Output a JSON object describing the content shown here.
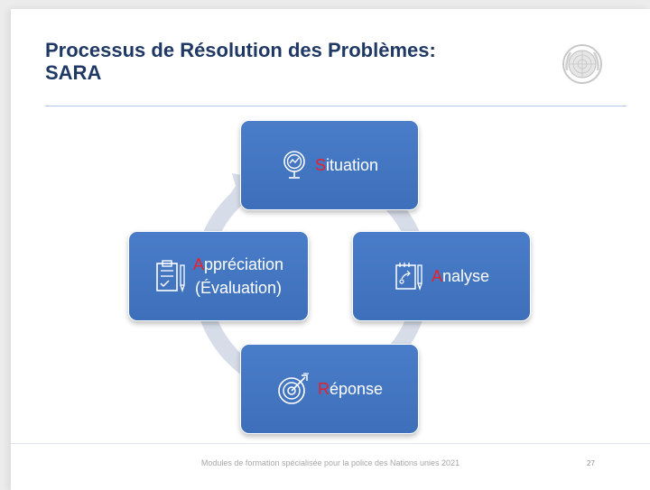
{
  "slide": {
    "title_line1": "Processus de Résolution des Problèmes:",
    "title_line2": "SARA",
    "emblem_icon": "un-emblem-icon",
    "accent_color": "#1f3864",
    "node_color": "#4472c4",
    "highlight_color": "#e8202a",
    "cycle_color": "#d6dce8"
  },
  "steps": {
    "situation": {
      "initial": "S",
      "rest": "ituation",
      "icon": "magnifier-chart-icon"
    },
    "analyse": {
      "initial": "A",
      "rest": "nalyse",
      "icon": "notes-pen-icon"
    },
    "reponse": {
      "initial": "R",
      "rest": "éponse",
      "icon": "target-arrow-icon"
    },
    "appreciation": {
      "initial": "A",
      "rest": "ppréciation",
      "line2": "(Évaluation)",
      "icon": "clipboard-check-icon"
    }
  },
  "footer": {
    "text": "Modules de formation spécialisée pour la police des Nations unies 2021",
    "page": "27"
  }
}
